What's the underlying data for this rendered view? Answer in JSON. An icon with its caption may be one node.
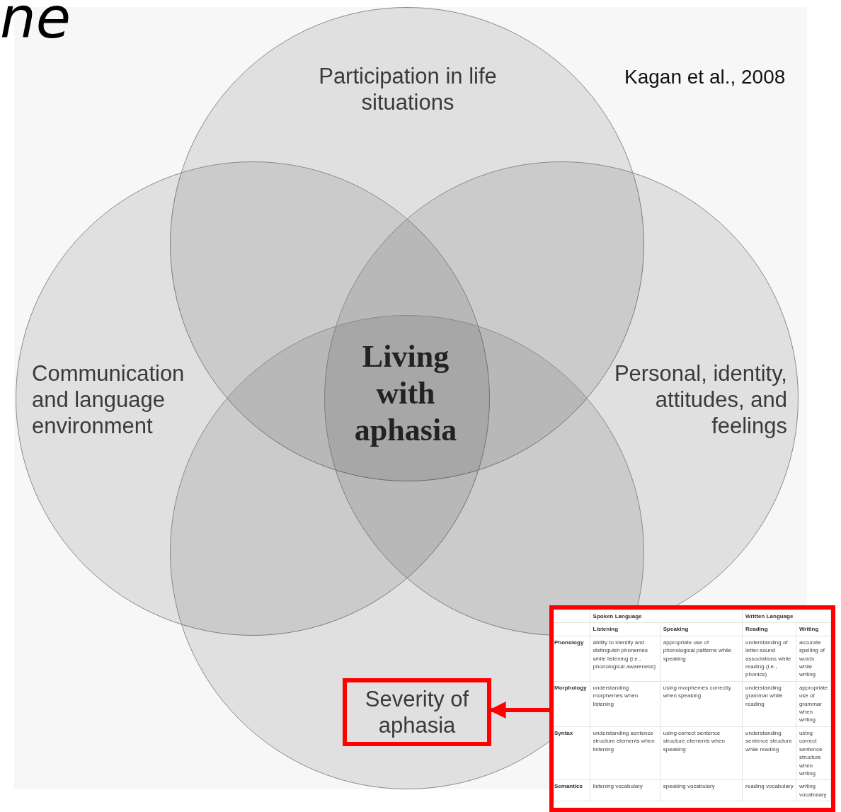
{
  "diagram": {
    "nodes": [
      {
        "text": [
          "Participation in life situations"
        ]
      },
      {
        "text": [
          "Communication and language environment"
        ]
      },
      {
        "text": [
          "Personal, identity, attitudes, and feelings"
        ]
      },
      {
        "text": [],
        "shape": "circle"
      },
      {
        "text": [
          "Severity of aphasia"
        ],
        "in": 3
      },
      {
        "text": [],
        "shape": "box"
      }
    ],
    "edges": [
      {
        "from": 5,
        "to": 4,
        "arrow": "to"
      }
    ],
    "labels": [
      "ne",
      "Kagan et al., 2008",
      "Living with aphasia",
      "Spoken Language",
      "Written Language",
      "Listening",
      "Speaking",
      "Reading",
      "Writing",
      "Phonology",
      "ability to identify and distinguish phonemes while listening (i.e., phonological awareness)",
      "appropriate use of phonological patterns while speaking",
      "understanding of letter-sound associations while reading (i.e., phonics)",
      "accurate spelling of words while writing",
      "Morphology",
      "understanding morphemes when listening",
      "using morphemes correctly when speaking",
      "understanding grammar while reading",
      "appropriate use of grammar when writing",
      "Syntax",
      "understanding sentence structure elements when listening",
      "using correct sentence structure elements when speaking",
      "understanding sentence structure while reading",
      "using correct sentence structure when writing",
      "Semantics",
      "listening vocabulary",
      "speaking vocabulary",
      "reading vocabulary",
      "writing vocabulary"
    ]
  }
}
